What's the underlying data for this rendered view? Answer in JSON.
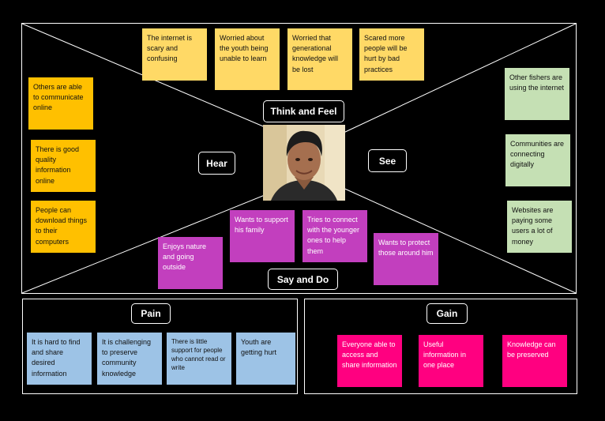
{
  "labels": {
    "think_feel": "Think and Feel",
    "hear": "Hear",
    "see": "See",
    "say_do": "Say and Do",
    "pain": "Pain",
    "gain": "Gain"
  },
  "think_feel_notes": [
    "The internet is scary and confusing",
    "Worried about the youth being unable to learn",
    "Worried that generational knowledge will be lost",
    "Scared more people will be hurt by bad practices"
  ],
  "hear_notes": [
    "Others are able to communicate online",
    "There is good quality information online",
    "People can download things to their computers"
  ],
  "see_notes": [
    "Other fishers are using the internet",
    "Communities are connecting digitally",
    "Websites are paying some users a lot of money"
  ],
  "say_do_notes": [
    "Enjoys nature and going outside",
    "Wants to support his family",
    "Tries to connect with the younger ones to help them",
    "Wants to protect those around him"
  ],
  "pain_notes": [
    "It is hard to find and share desired information",
    "It is challenging to preserve community knowledge",
    "There is little support for people who cannot read or write",
    "Youth are getting hurt"
  ],
  "gain_notes": [
    "Everyone able to access and share information",
    "Useful information in one place",
    "Knowledge can be preserved"
  ],
  "colors": {
    "think_feel": "#ffd966",
    "hear": "#ffc000",
    "see": "#c5e0b4",
    "say_do": "#c23fbe",
    "pain": "#9dc3e6",
    "gain": "#ff0080"
  }
}
